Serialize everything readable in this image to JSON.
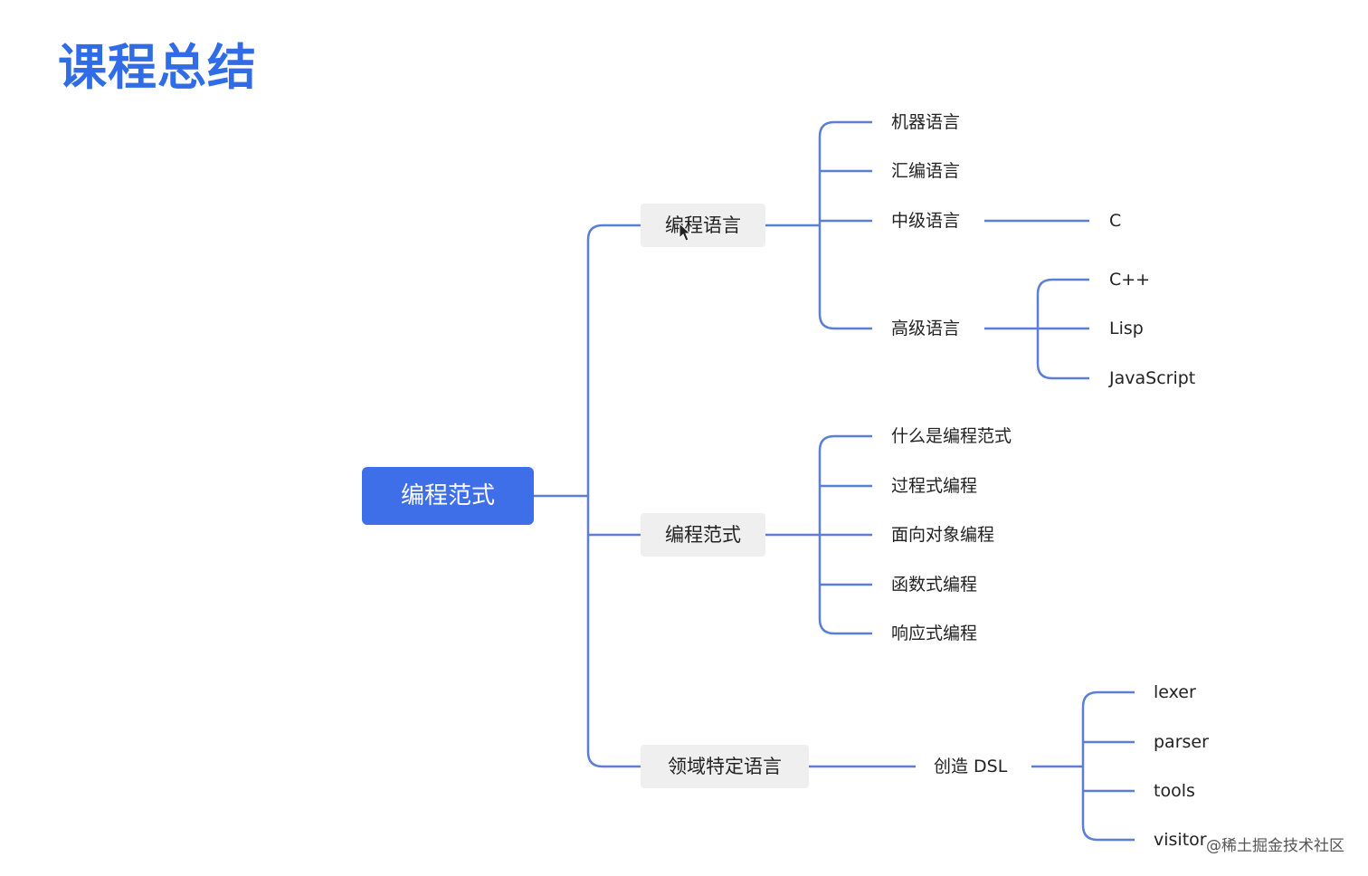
{
  "title": "课程总结",
  "watermark": "@稀土掘金技术社区",
  "mindmap": {
    "root": "编程范式",
    "branches": [
      {
        "label": "编程语言",
        "children": [
          {
            "label": "机器语言"
          },
          {
            "label": "汇编语言"
          },
          {
            "label": "中级语言",
            "children": [
              "C"
            ]
          },
          {
            "label": "高级语言",
            "children": [
              "C++",
              "Lisp",
              "JavaScript"
            ]
          }
        ]
      },
      {
        "label": "编程范式",
        "children": [
          {
            "label": "什么是编程范式"
          },
          {
            "label": "过程式编程"
          },
          {
            "label": "面向对象编程"
          },
          {
            "label": "函数式编程"
          },
          {
            "label": "响应式编程"
          }
        ]
      },
      {
        "label": "领域特定语言",
        "children": [
          {
            "label": "创造 DSL",
            "children": [
              "lexer",
              "parser",
              "tools",
              "visitor"
            ]
          }
        ]
      }
    ]
  },
  "colors": {
    "title": "#2f6ce5",
    "root_fill": "#3f6fe8",
    "connector": "#5b7fd6",
    "branch_box": "#efefef"
  }
}
